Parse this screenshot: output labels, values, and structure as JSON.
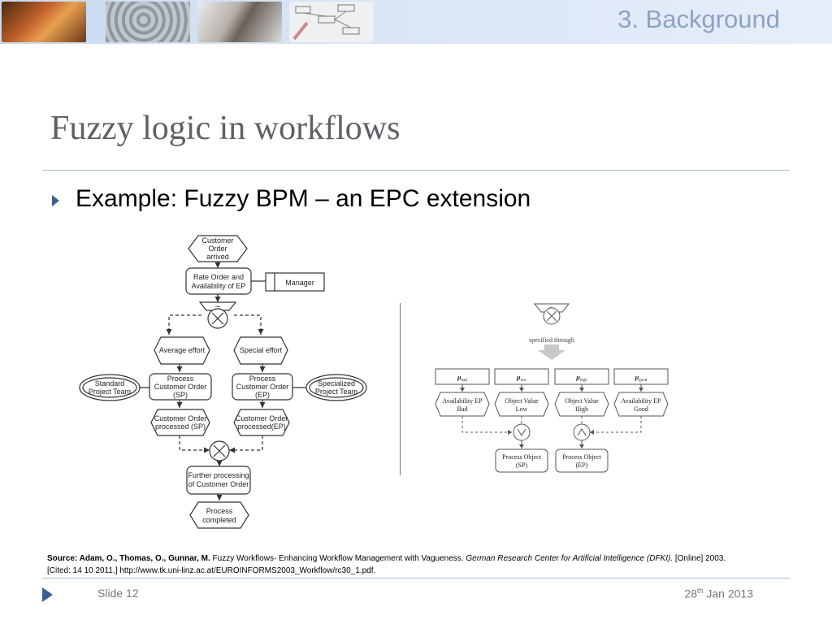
{
  "header": {
    "section": "3. Background"
  },
  "title": "Fuzzy logic in workflows",
  "bullet": "Example: Fuzzy BPM – an EPC extension",
  "left_diagram": {
    "start_event": [
      "Customer",
      "Order",
      "arrived"
    ],
    "rate_function": [
      "Rate Order and",
      "Availability of EP"
    ],
    "manager": "Manager",
    "split_symbol": "~",
    "average_effort": "Average effort",
    "special_effort": "Special effort",
    "process_sp": [
      "Process",
      "Customer Order",
      "(SP)"
    ],
    "process_ep": [
      "Process",
      "Customer Order",
      "(EP)"
    ],
    "standard_team": [
      "Standard",
      "Project Team"
    ],
    "specialized_team": [
      "Specialized",
      "Project Team"
    ],
    "processed_sp": [
      "Customer Order",
      "processed (SP)"
    ],
    "processed_ep": [
      "Customer Order",
      "processed(EP)"
    ],
    "further": [
      "Further processing",
      "of Customer Order"
    ],
    "completed": [
      "Process",
      "completed"
    ]
  },
  "right_diagram": {
    "tilde": "~",
    "specified_through": "specified through",
    "mu_symbol": "μ",
    "mu_subscripts": [
      "bad",
      "low",
      "high",
      "good"
    ],
    "events": [
      [
        "Availability EP",
        "Bad"
      ],
      [
        "Object Value",
        "Low"
      ],
      [
        "Object Value",
        "High"
      ],
      [
        "Availability EP",
        "Good"
      ]
    ],
    "functions": [
      [
        "Process Object",
        "(SP)"
      ],
      [
        "Process Object",
        "(EP)"
      ]
    ]
  },
  "source": {
    "bold": "Source: Adam, O., Thomas, O., Gunnar, M.",
    "title": " Fuzzy Workflows- Enhancing Workflow Management with Vagueness. ",
    "italic": "German Research Center for Artificial Intelligence (DFKI).",
    "rest": " [Online] 2003.",
    "line2": "[Cited: 14 10 2011.] http://www.tk.uni-linz.ac.at/EUROINFORMS2003_Workflow/rc30_1.pdf."
  },
  "footer": {
    "slide": "Slide  12",
    "date_day": "28",
    "date_sup": "th",
    "date_rest": " Jan 2013"
  },
  "colors": {
    "title": "#5f5f65",
    "accent": "#3f5f92",
    "section": "#8ca3c4",
    "rule": "#a9bfd9"
  }
}
